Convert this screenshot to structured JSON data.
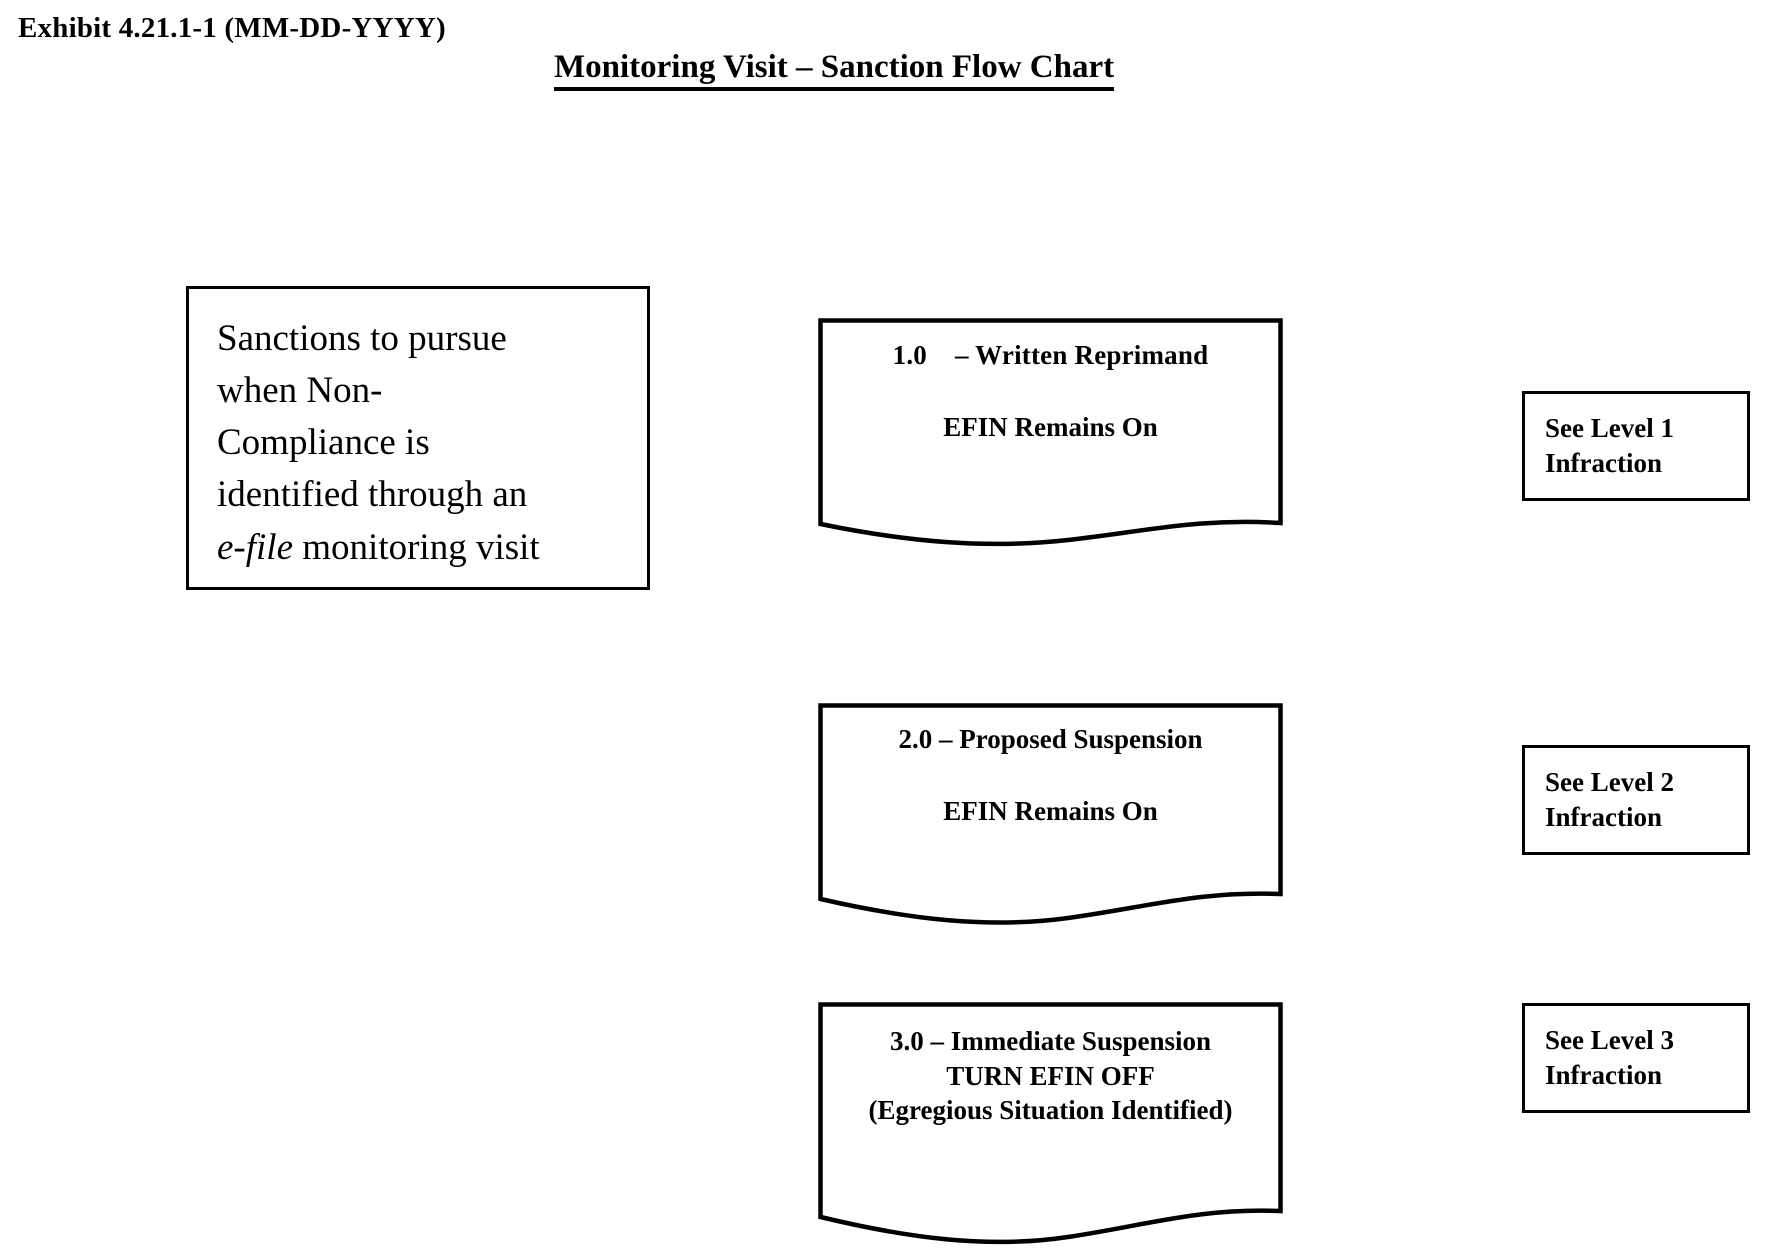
{
  "header": {
    "exhibit_label": "Exhibit 4.21.1-1 (MM-DD-YYYY)",
    "title": "Monitoring Visit – Sanction Flow Chart"
  },
  "intro": {
    "line1": "Sanctions to pursue",
    "line2": "when Non-",
    "line3": "Compliance is",
    "line4": "identified through an",
    "line5_italic": "e-file",
    "line5_rest": " monitoring visit",
    "full_text": "Sanctions to pursue when Non-Compliance is identified through an e-file monitoring visit"
  },
  "sanctions": [
    {
      "id": "1.0",
      "number": "1.0",
      "dash_title": "– Written Reprimand",
      "title": "1.0    – Written Reprimand",
      "status": "EFIN Remains On",
      "level_box": "See Level 1\nInfraction",
      "level_label": "See Level 1 Infraction"
    },
    {
      "id": "2.0",
      "number": "2.0",
      "dash_title": "– Proposed Suspension",
      "title": "2.0 – Proposed Suspension",
      "status": "EFIN Remains On",
      "level_box": "See Level 2\nInfraction",
      "level_label": "See Level 2 Infraction"
    },
    {
      "id": "3.0",
      "number": "3.0",
      "dash_title": "– Immediate Suspension",
      "title": "3.0 – Immediate Suspension",
      "status": "TURN EFIN OFF",
      "note": "(Egregious Situation Identified)",
      "level_box": "See Level 3\nInfraction",
      "level_label": "See Level 3 Infraction"
    }
  ],
  "colors": {
    "stroke": "#000000",
    "background": "#ffffff",
    "text": "#000000"
  }
}
